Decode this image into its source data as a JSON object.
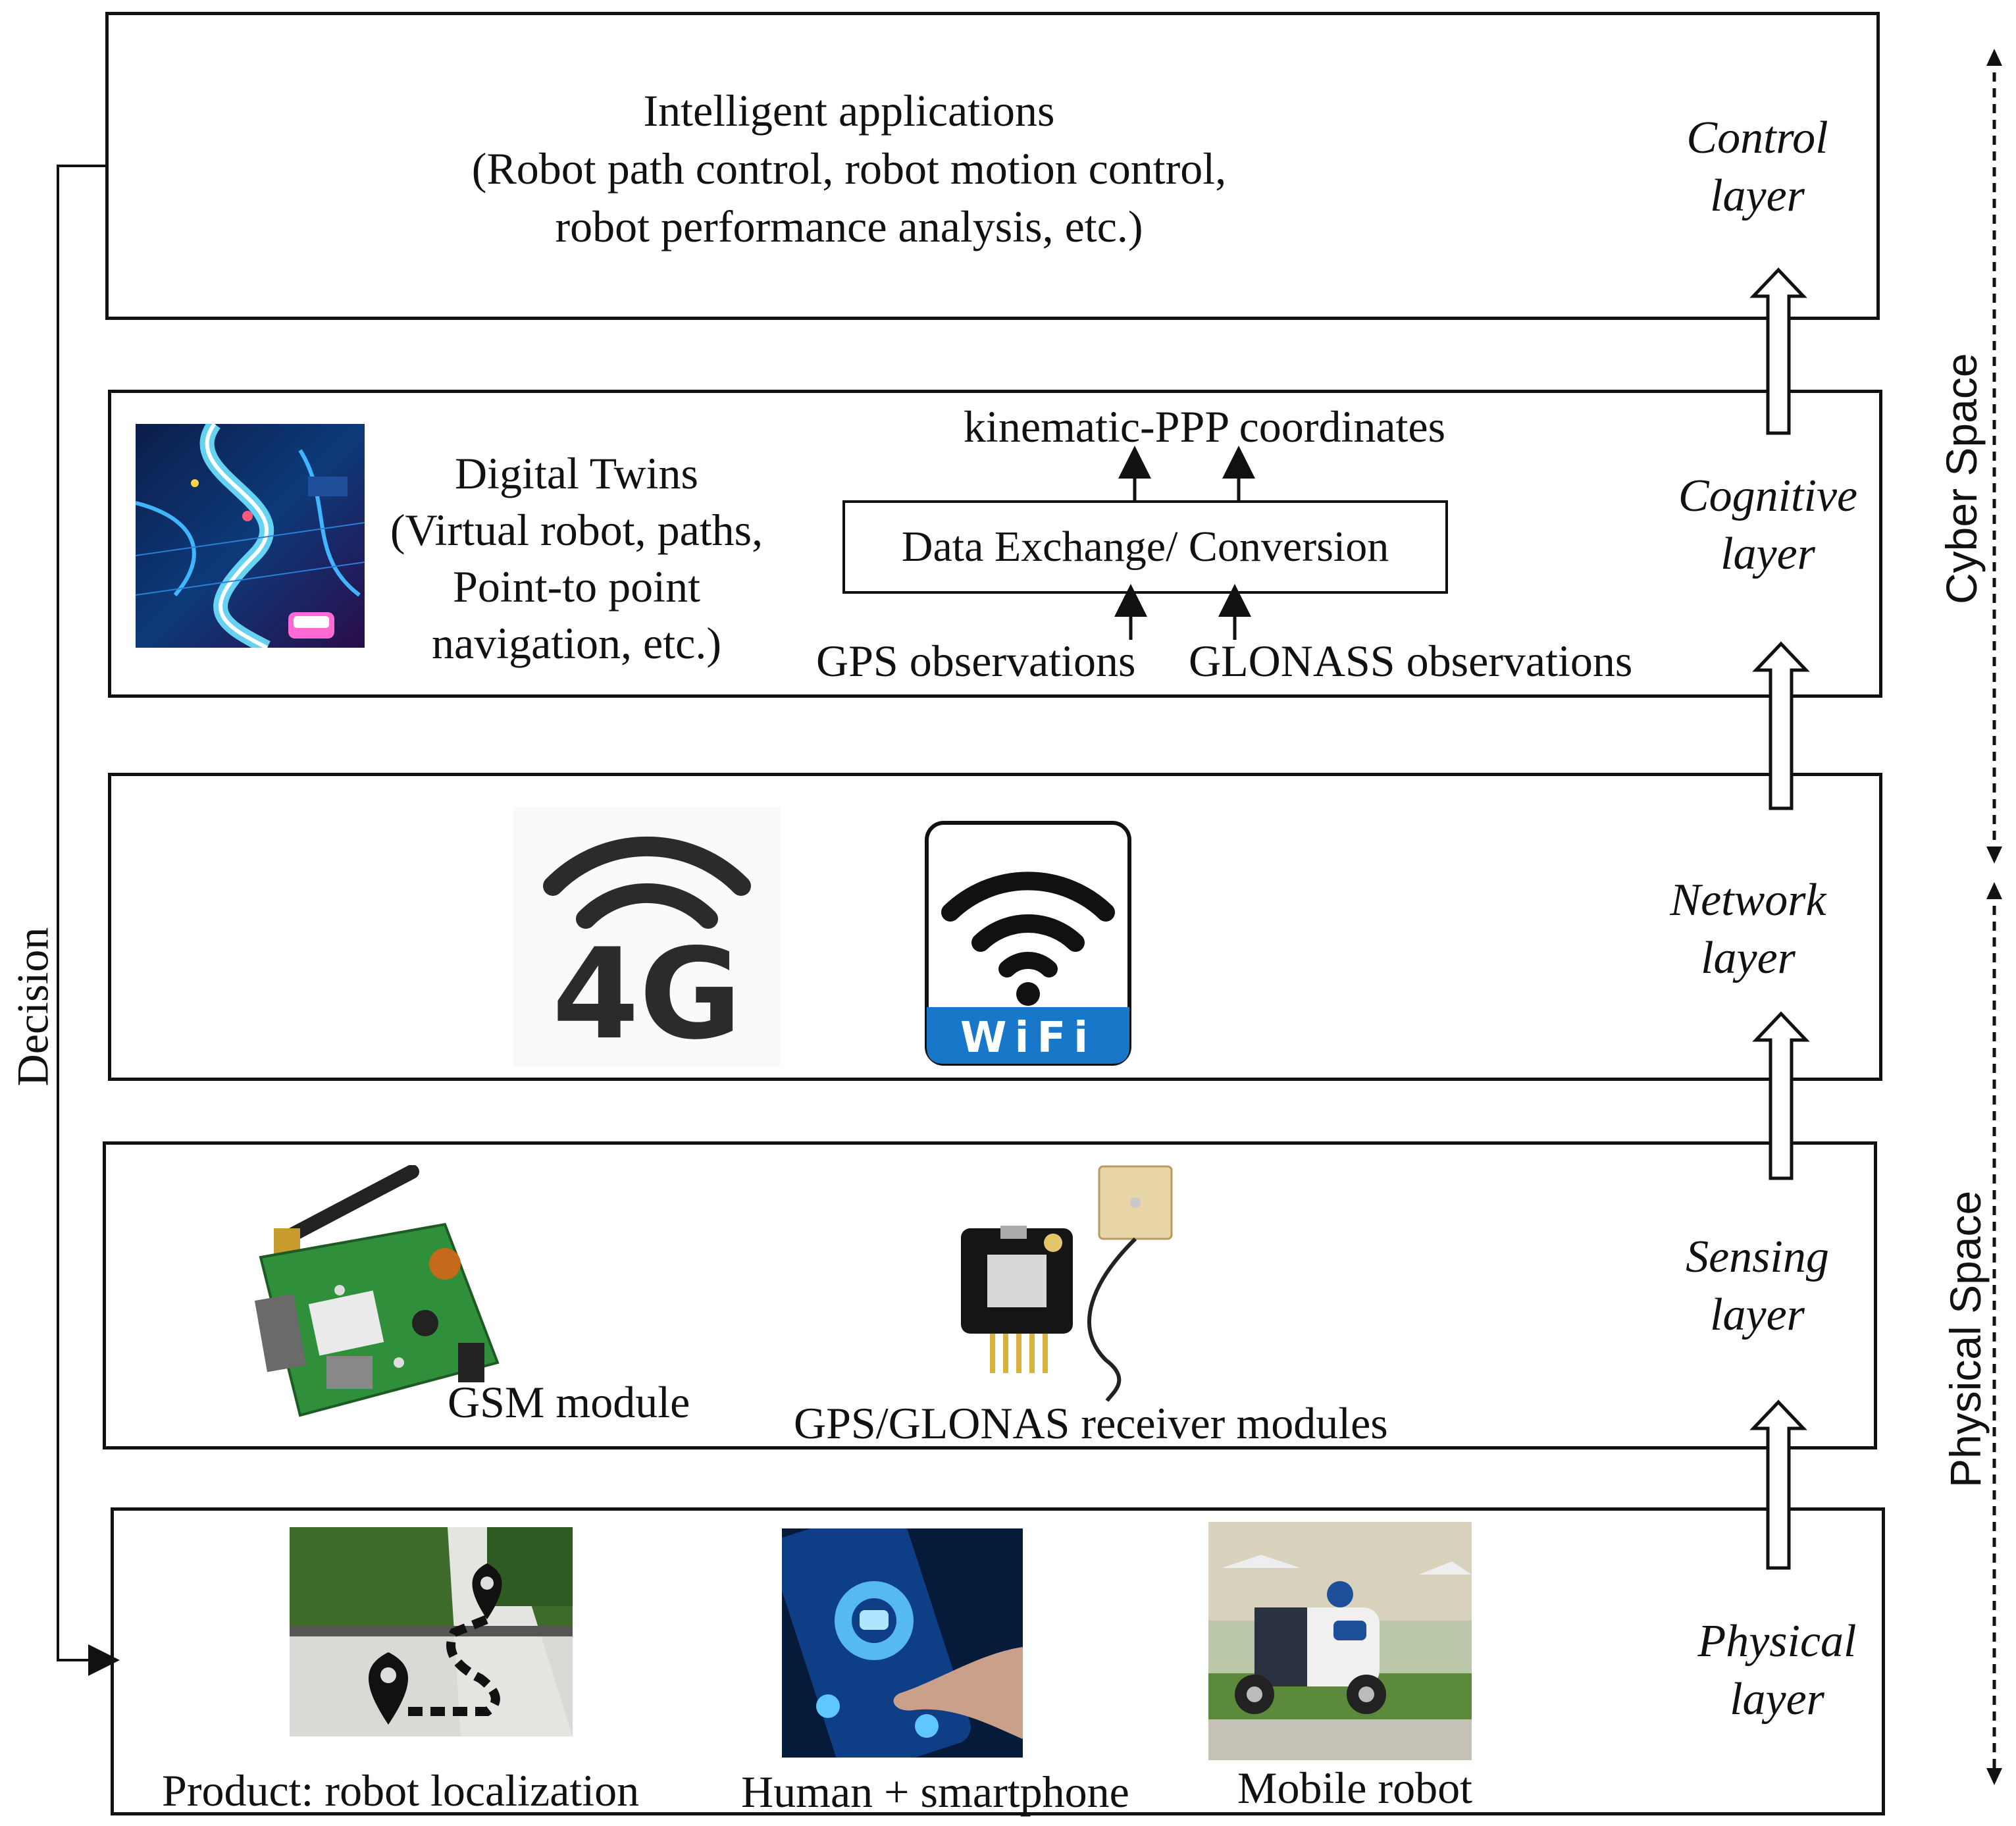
{
  "control": {
    "line1": "Intelligent applications",
    "line2": "(Robot path control, robot motion control,",
    "line3": "robot performance analysis, etc.)",
    "name1": "Control",
    "name2": "layer"
  },
  "cognitive": {
    "dt1": "Digital Twins",
    "dt2": "(Virtual robot, paths,",
    "dt3": "Point-to point",
    "dt4": "navigation, etc.)",
    "kppp": "kinematic-PPP coordinates",
    "exchange": "Data Exchange/ Conversion",
    "gps_obs": "GPS observations",
    "glonass_obs": "GLONASS observations",
    "name1": "Cognitive",
    "name2": "layer"
  },
  "network": {
    "fourg": "4G",
    "wifi": "WiFi",
    "name1": "Network",
    "name2": "layer"
  },
  "sensing": {
    "gsm": "GSM module",
    "gps_mod": "GPS/GLONAS receiver modules",
    "name1": "Sensing",
    "name2": "layer"
  },
  "physical": {
    "product": "Product: robot localization",
    "human": "Human + smartphone",
    "robot": "Mobile robot",
    "name1": "Physical",
    "name2": "layer"
  },
  "side": {
    "decision": "Decision",
    "cyber": "Cyber Space",
    "physical_space": "Physical Space"
  },
  "colors": {
    "wifi_blue": "#1877c9",
    "pcb_green": "#2f8f3a"
  }
}
